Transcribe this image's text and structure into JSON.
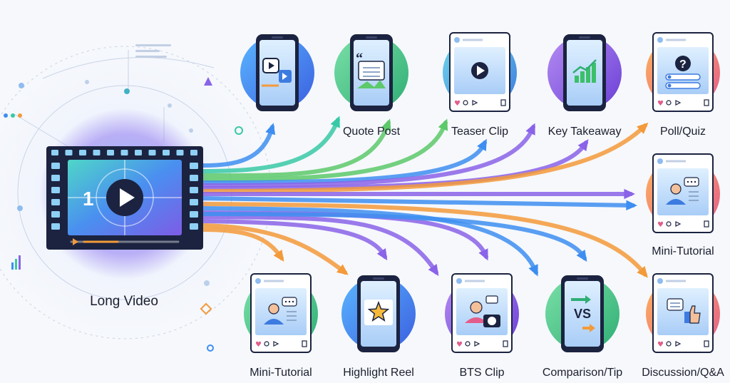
{
  "source": {
    "label": "Long Video",
    "frame_number": "1"
  },
  "outputs": [
    {
      "label": "",
      "icon": "video-editor-icon"
    },
    {
      "label": "Quote Post",
      "icon": "quote-icon"
    },
    {
      "label": "Teaser Clip",
      "icon": "play-icon"
    },
    {
      "label": "Key Takeaway",
      "icon": "bar-chart-icon"
    },
    {
      "label": "Poll/Quiz",
      "icon": "question-icon"
    },
    {
      "label": "Mini-Tutorial",
      "icon": "person-chat-icon"
    },
    {
      "label": "Mini-Tutorial",
      "icon": "person-chat-icon"
    },
    {
      "label": "Highlight Reel",
      "icon": "star-icon"
    },
    {
      "label": "BTS Clip",
      "icon": "camera-icon"
    },
    {
      "label": "Comparison/Tip",
      "icon": "vs-icon"
    },
    {
      "label": "Discussion/Q&A",
      "icon": "thumbs-up-icon"
    }
  ],
  "colors": {
    "blue": "#3d8ef0",
    "teal": "#38c9a6",
    "green": "#5cc96a",
    "purple": "#8a63e8",
    "orange": "#f39a3a",
    "dark": "#1b2340"
  }
}
